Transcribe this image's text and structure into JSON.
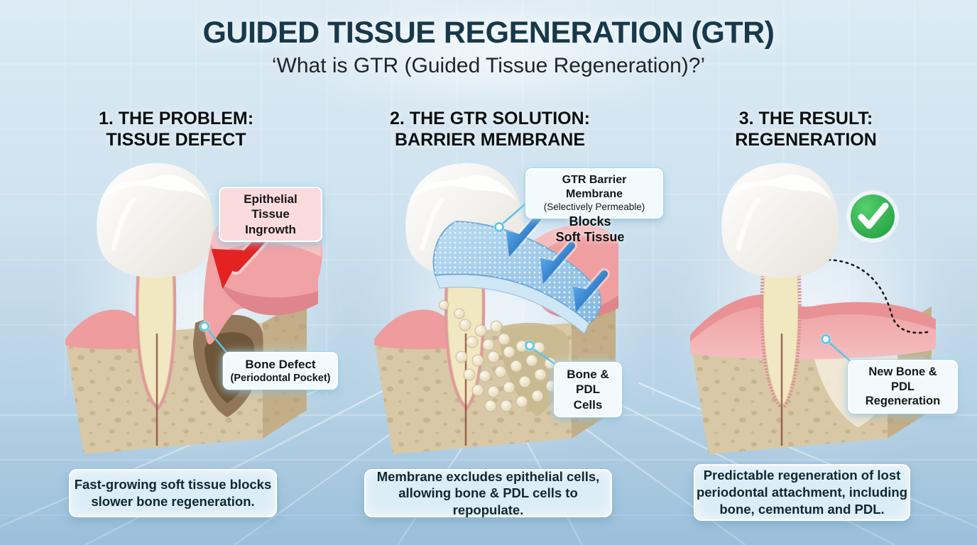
{
  "header": {
    "title": "GUIDED TISSUE REGENERATION (GTR)",
    "subtitle": "‘What is GTR (Guided Tissue Regeneration)?’"
  },
  "colors": {
    "title": "#17394b",
    "success_green": "#2eb34c",
    "warning_red": "#e32222",
    "membrane_blue": "#4d9fe0",
    "background_blue": "#cfe2ef"
  },
  "panels": [
    {
      "heading": [
        "1. THE PROBLEM:",
        "TISSUE DEFECT"
      ],
      "callouts": {
        "epithelial": [
          "Epithelial Tissue",
          "Ingrowth"
        ],
        "bone_defect": [
          "Bone Defect",
          "(Periodontal Pocket)"
        ]
      },
      "caption": [
        "Fast-growing soft tissue blocks",
        "slower bone regeneration."
      ]
    },
    {
      "heading": [
        "2. THE GTR SOLUTION:",
        "BARRIER MEMBRANE"
      ],
      "callouts": {
        "membrane": [
          "GTR Barrier Membrane",
          "(Selectively Permeable)"
        ],
        "blocks": [
          "Blocks",
          "Soft Tissue"
        ],
        "cells": [
          "Bone &",
          "PDL Cells"
        ]
      },
      "caption": [
        "Membrane excludes epithelial cells,",
        "allowing bone & PDL cells to repopulate."
      ]
    },
    {
      "heading": [
        "3. THE RESULT:",
        "REGENERATION"
      ],
      "callouts": {
        "new_bone": [
          "New Bone &",
          "PDL Regeneration"
        ]
      },
      "caption": [
        "Predictable regeneration of lost",
        "periodontal attachment, including",
        "bone, cementum and PDL."
      ]
    }
  ]
}
